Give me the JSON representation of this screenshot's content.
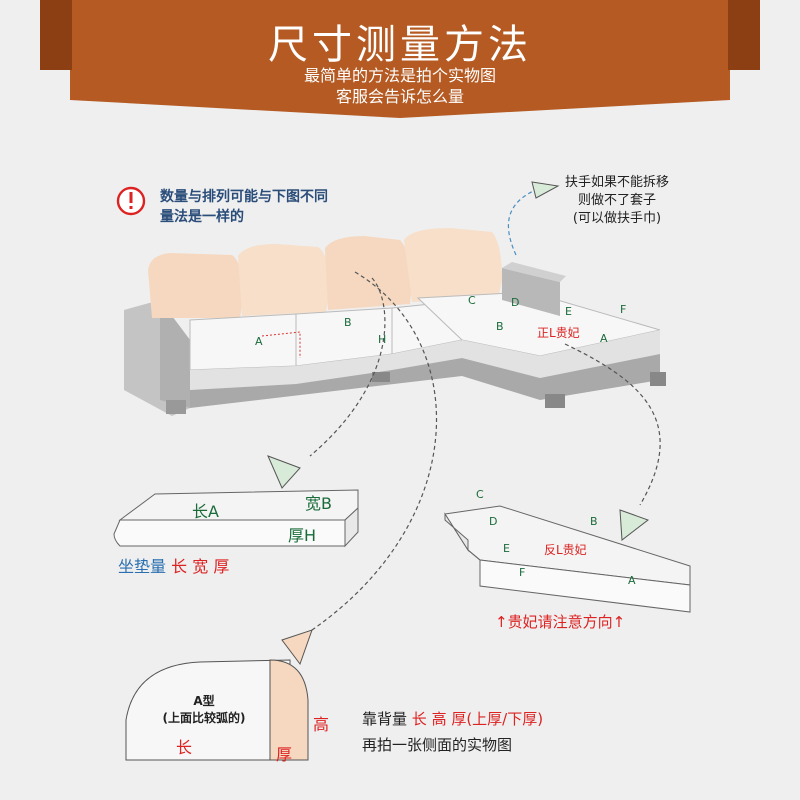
{
  "banner": {
    "title": "尺寸测量方法",
    "line1": "最简单的方法是拍个实物图",
    "line2": "客服会告诉怎么量",
    "color": "#b45a22"
  },
  "warning": {
    "icon": "exclamation-icon",
    "line1": "数量与排列可能与下图不同",
    "line2": "量法是一样的"
  },
  "armrest_note": {
    "line1": "扶手如果不能拆移",
    "line2": "则做不了套子",
    "line3": "(可以做扶手巾)"
  },
  "sofa_labels": {
    "a": "A",
    "b": "B",
    "h": "H",
    "c": "C",
    "d": "D",
    "e": "E",
    "f": "F",
    "b2": "B",
    "a2": "A",
    "chaise": "正L贵妃"
  },
  "cushion": {
    "length": "长A",
    "width": "宽B",
    "thickness": "厚H",
    "caption_prefix": "坐垫量",
    "caption_parts": [
      "长",
      "宽",
      "厚"
    ]
  },
  "chaise_piece": {
    "c": "C",
    "d": "D",
    "b": "B",
    "e": "E",
    "f": "F",
    "a": "A",
    "name": "反L贵妃",
    "caption": "↑贵妃请注意方向↑"
  },
  "backrest": {
    "type_line1": "A型",
    "type_line2": "(上面比较弧的)",
    "length": "长",
    "height": "高",
    "thickness": "厚",
    "caption_prefix": "靠背量",
    "caption_red": "长 高 厚(上厚/下厚)",
    "caption_line2": "再拍一张侧面的实物图"
  }
}
